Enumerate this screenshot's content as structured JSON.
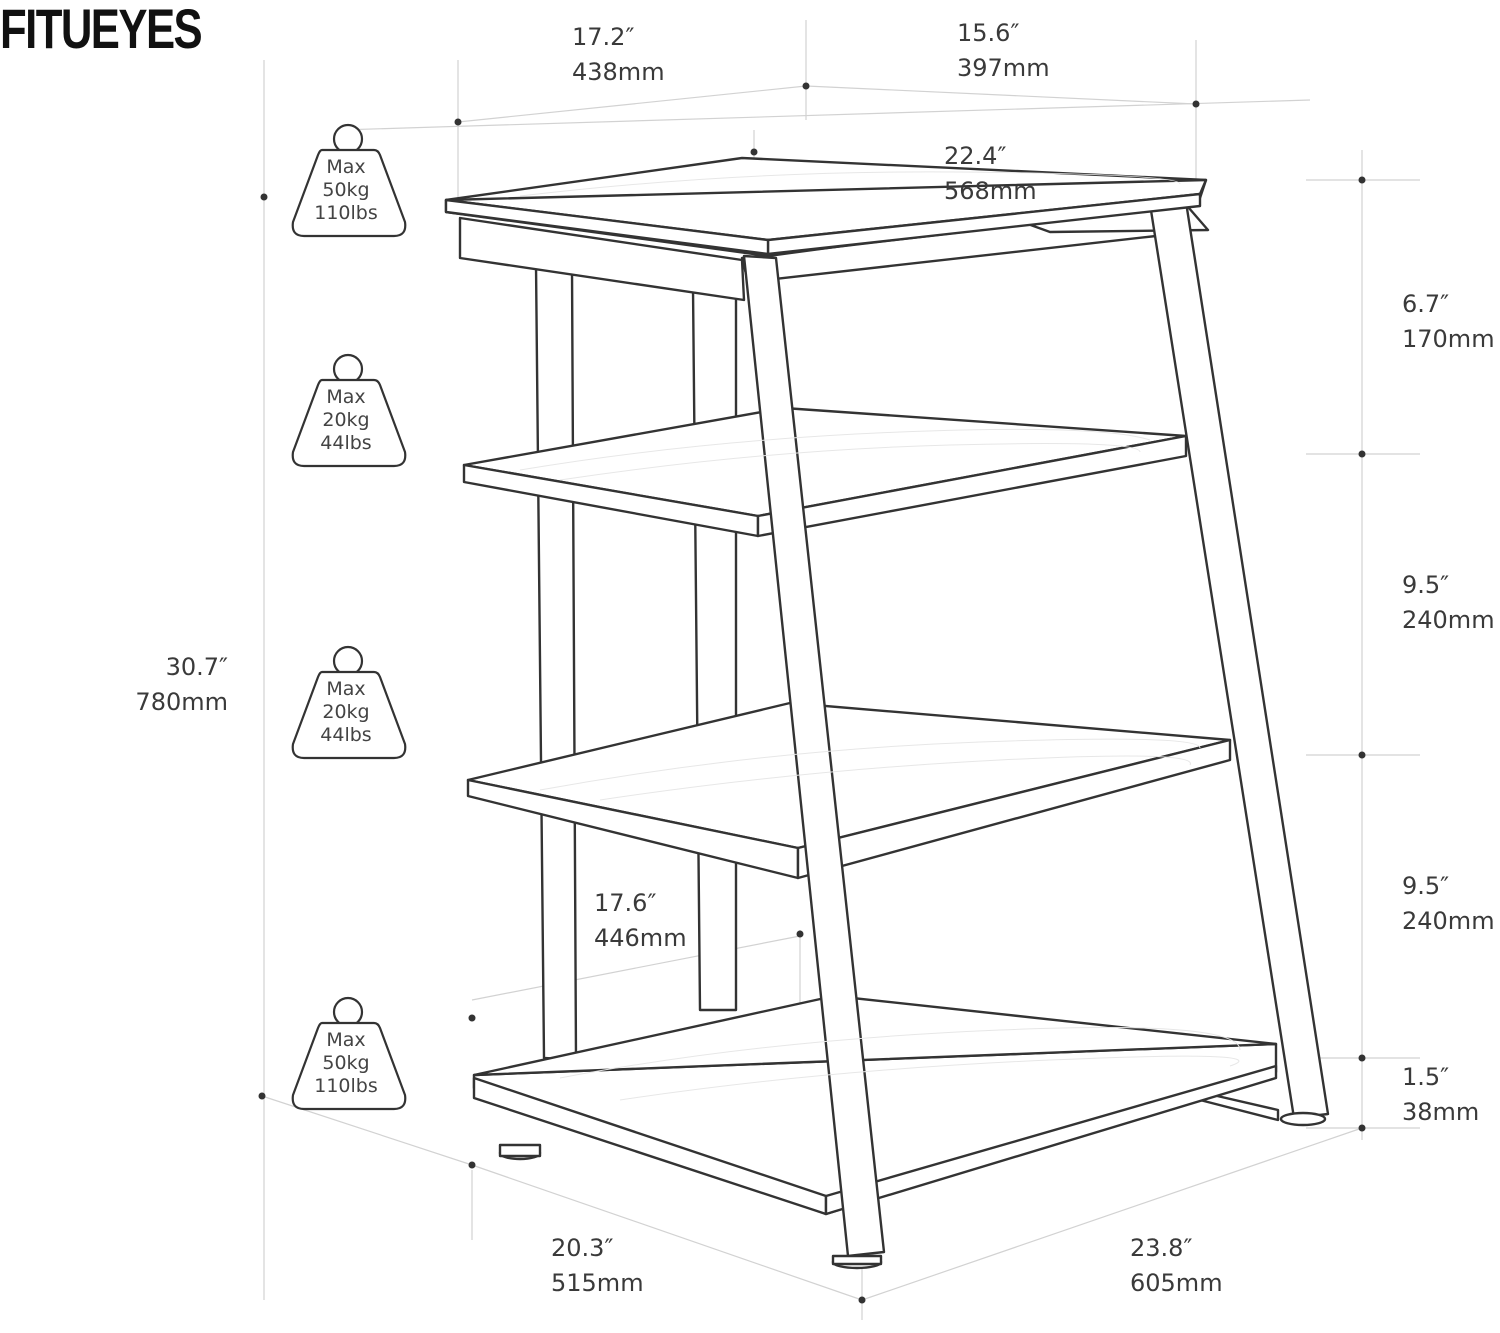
{
  "brand": "FITUEYES",
  "dimensions": {
    "top_width": {
      "in": "17.2″",
      "mm": "438mm"
    },
    "top_depth": {
      "in": "15.6″",
      "mm": "397mm"
    },
    "top_diagonal": {
      "in": "22.4″",
      "mm": "568mm"
    },
    "shelf_gap_1": {
      "in": "6.7″",
      "mm": "170mm"
    },
    "shelf_gap_2": {
      "in": "9.5″",
      "mm": "240mm"
    },
    "shelf_gap_3": {
      "in": "9.5″",
      "mm": "240mm"
    },
    "foot_height": {
      "in": "1.5″",
      "mm": "38mm"
    },
    "total_height": {
      "in": "30.7″",
      "mm": "780mm"
    },
    "inner_height": {
      "in": "17.6″",
      "mm": "446mm"
    },
    "base_width": {
      "in": "20.3″",
      "mm": "515mm"
    },
    "base_depth": {
      "in": "23.8″",
      "mm": "605mm"
    }
  },
  "load_ratings": [
    {
      "line1": "Max",
      "line2": "50kg",
      "line3": "110lbs"
    },
    {
      "line1": "Max",
      "line2": "20kg",
      "line3": "44lbs"
    },
    {
      "line1": "Max",
      "line2": "20kg",
      "line3": "44lbs"
    },
    {
      "line1": "Max",
      "line2": "50kg",
      "line3": "110lbs"
    }
  ],
  "colors": {
    "line": "#3a3a3a",
    "guide": "#cfcfcf",
    "fill": "#ffffff"
  }
}
